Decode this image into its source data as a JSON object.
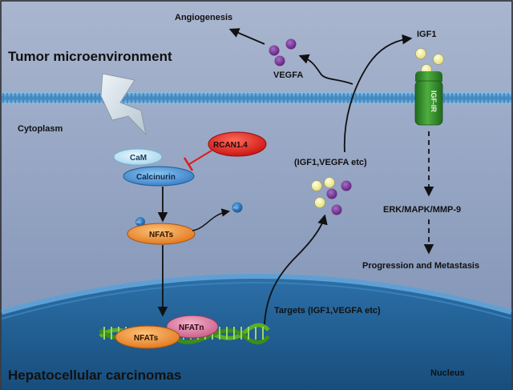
{
  "labels": {
    "tumor_microenvironment": "Tumor microenvironment",
    "cytoplasm": "Cytoplasm",
    "nucleus": "Nucleus",
    "hepatocellular_carcinomas": "Hepatocellular carcinomas",
    "angiogenesis": "Angiogenesis",
    "vegfa": "VEGFA",
    "igf1": "IGF1",
    "igf1r": "IGF-IR",
    "cam": "CaM",
    "calcinurin": "Calcinurin",
    "rcan": "RCAN1.4",
    "nfats_cyto": "NFATs",
    "nfats_dna": "NFATs",
    "nfatn": "NFATn",
    "p_left": "PO",
    "p_right": "PO",
    "igf1_vegfa_etc": "(IGF1,VEGFA etc)",
    "erk": "ERK/MAPK/MMP-9",
    "progression": "Progression and Metastasis",
    "targets": "Targets (IGF1,VEGFA etc)"
  },
  "colors": {
    "background": "#93a4c2",
    "membrane": "#4f95c8",
    "nucleus": "#1f5f95",
    "cam": "#bfe6f7",
    "calcinurin": "#3f87cf",
    "rcan": "#e01a1a",
    "nfats": "#f08a22",
    "nfatn": "#d9739b",
    "igf1r": "#2f8a2a",
    "vegfa_purple": "#6e2a8c",
    "igf1_yellow": "#f5f3a6",
    "dna_green": "#5ab024"
  }
}
